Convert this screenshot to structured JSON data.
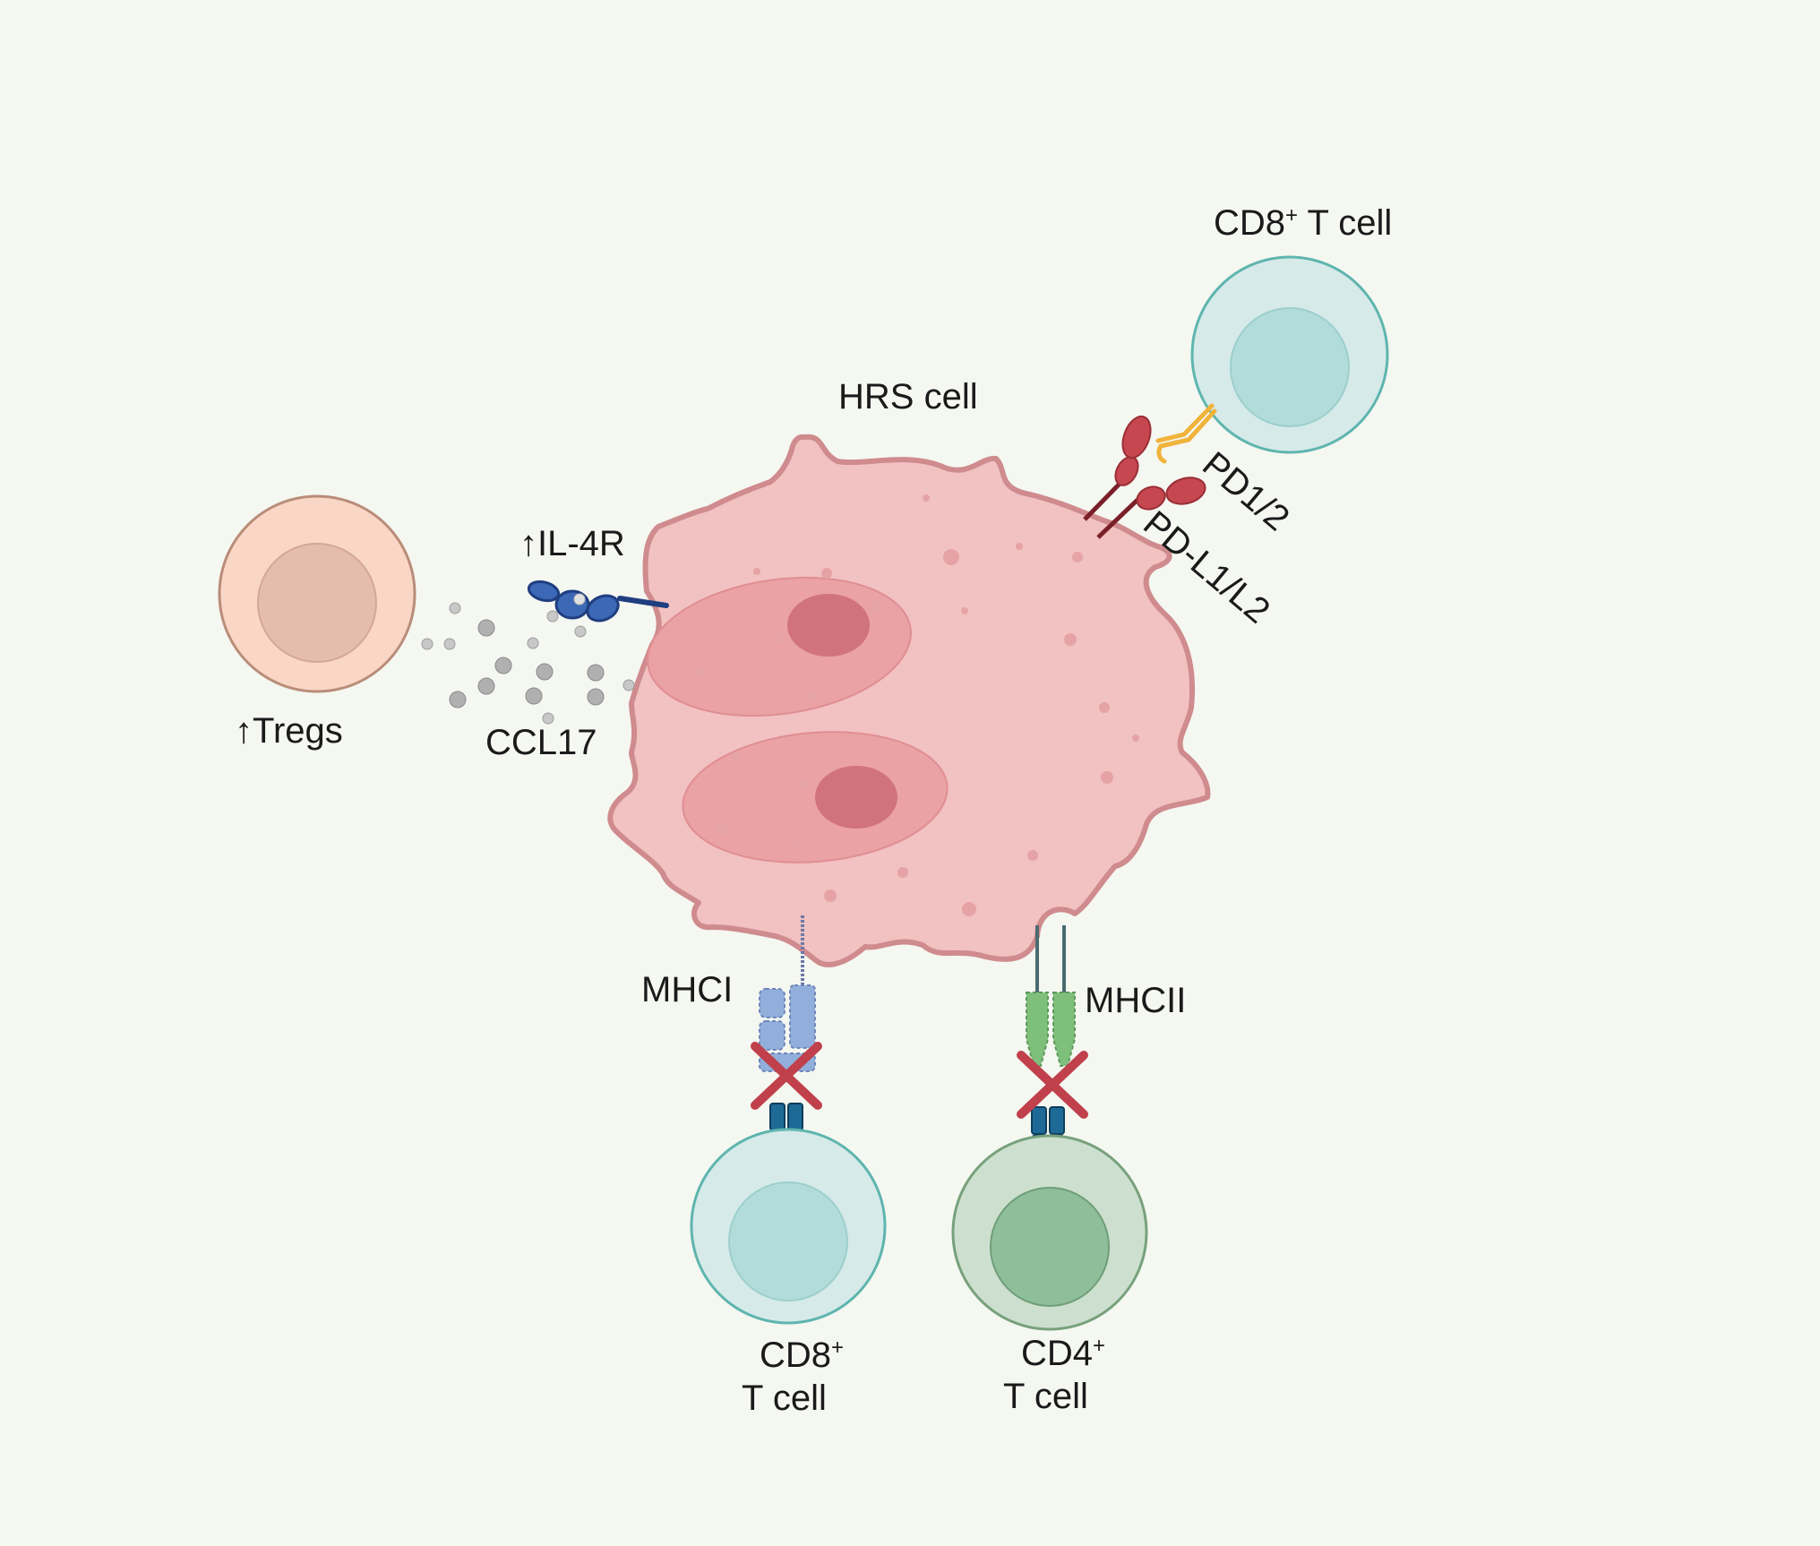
{
  "colors": {
    "background": "#f5f7f1",
    "hrs_fill": "#f2c1c1",
    "hrs_stroke": "#cf8b8e",
    "nucleus": "#eaa2a4",
    "nucleolus": "#d1737a",
    "treg_fill": "#f9d6c6",
    "treg_inner": "#e5bdae",
    "cd8_fill": "#d6eaea",
    "cd8_inner": "#b2dcda",
    "cd8_stroke": "#5eb5ae",
    "cd4_fill": "#cde0cf",
    "cd4_inner": "#8fbf9a",
    "cd4_stroke": "#77a17c",
    "il4r": "#3c68b5",
    "ccl17": "#9c9c9c",
    "pd_ligand": "#c6474f",
    "pd1_receptor": "#f0b33b",
    "mhc1": "#92aedb",
    "mhc2": "#7fbf7c",
    "tcr": "#1e6a97",
    "block_cross": "#c0404b"
  },
  "labels": {
    "hrs": "HRS cell",
    "cd8_top_main": "CD8",
    "cd8_top_sup": "+",
    "cd8_top_tail": " T cell",
    "pd12": "PD1/2",
    "pdl": "PD-L1/L2",
    "il4r_arrow": "↑",
    "il4r": "IL-4R",
    "tregs_arrow": "↑",
    "tregs": "Tregs",
    "ccl17": "CCL17",
    "mhc1": "MHCI",
    "mhc2": "MHCII",
    "cd8_bottom_main": "CD8",
    "cd8_bottom_sup": "+",
    "cd8_bottom_line2": "T cell",
    "cd4_main": "CD4",
    "cd4_sup": "+",
    "cd4_line2": "T cell"
  },
  "icons": {
    "block": "cross-icon",
    "increase": "up-arrow-icon"
  }
}
